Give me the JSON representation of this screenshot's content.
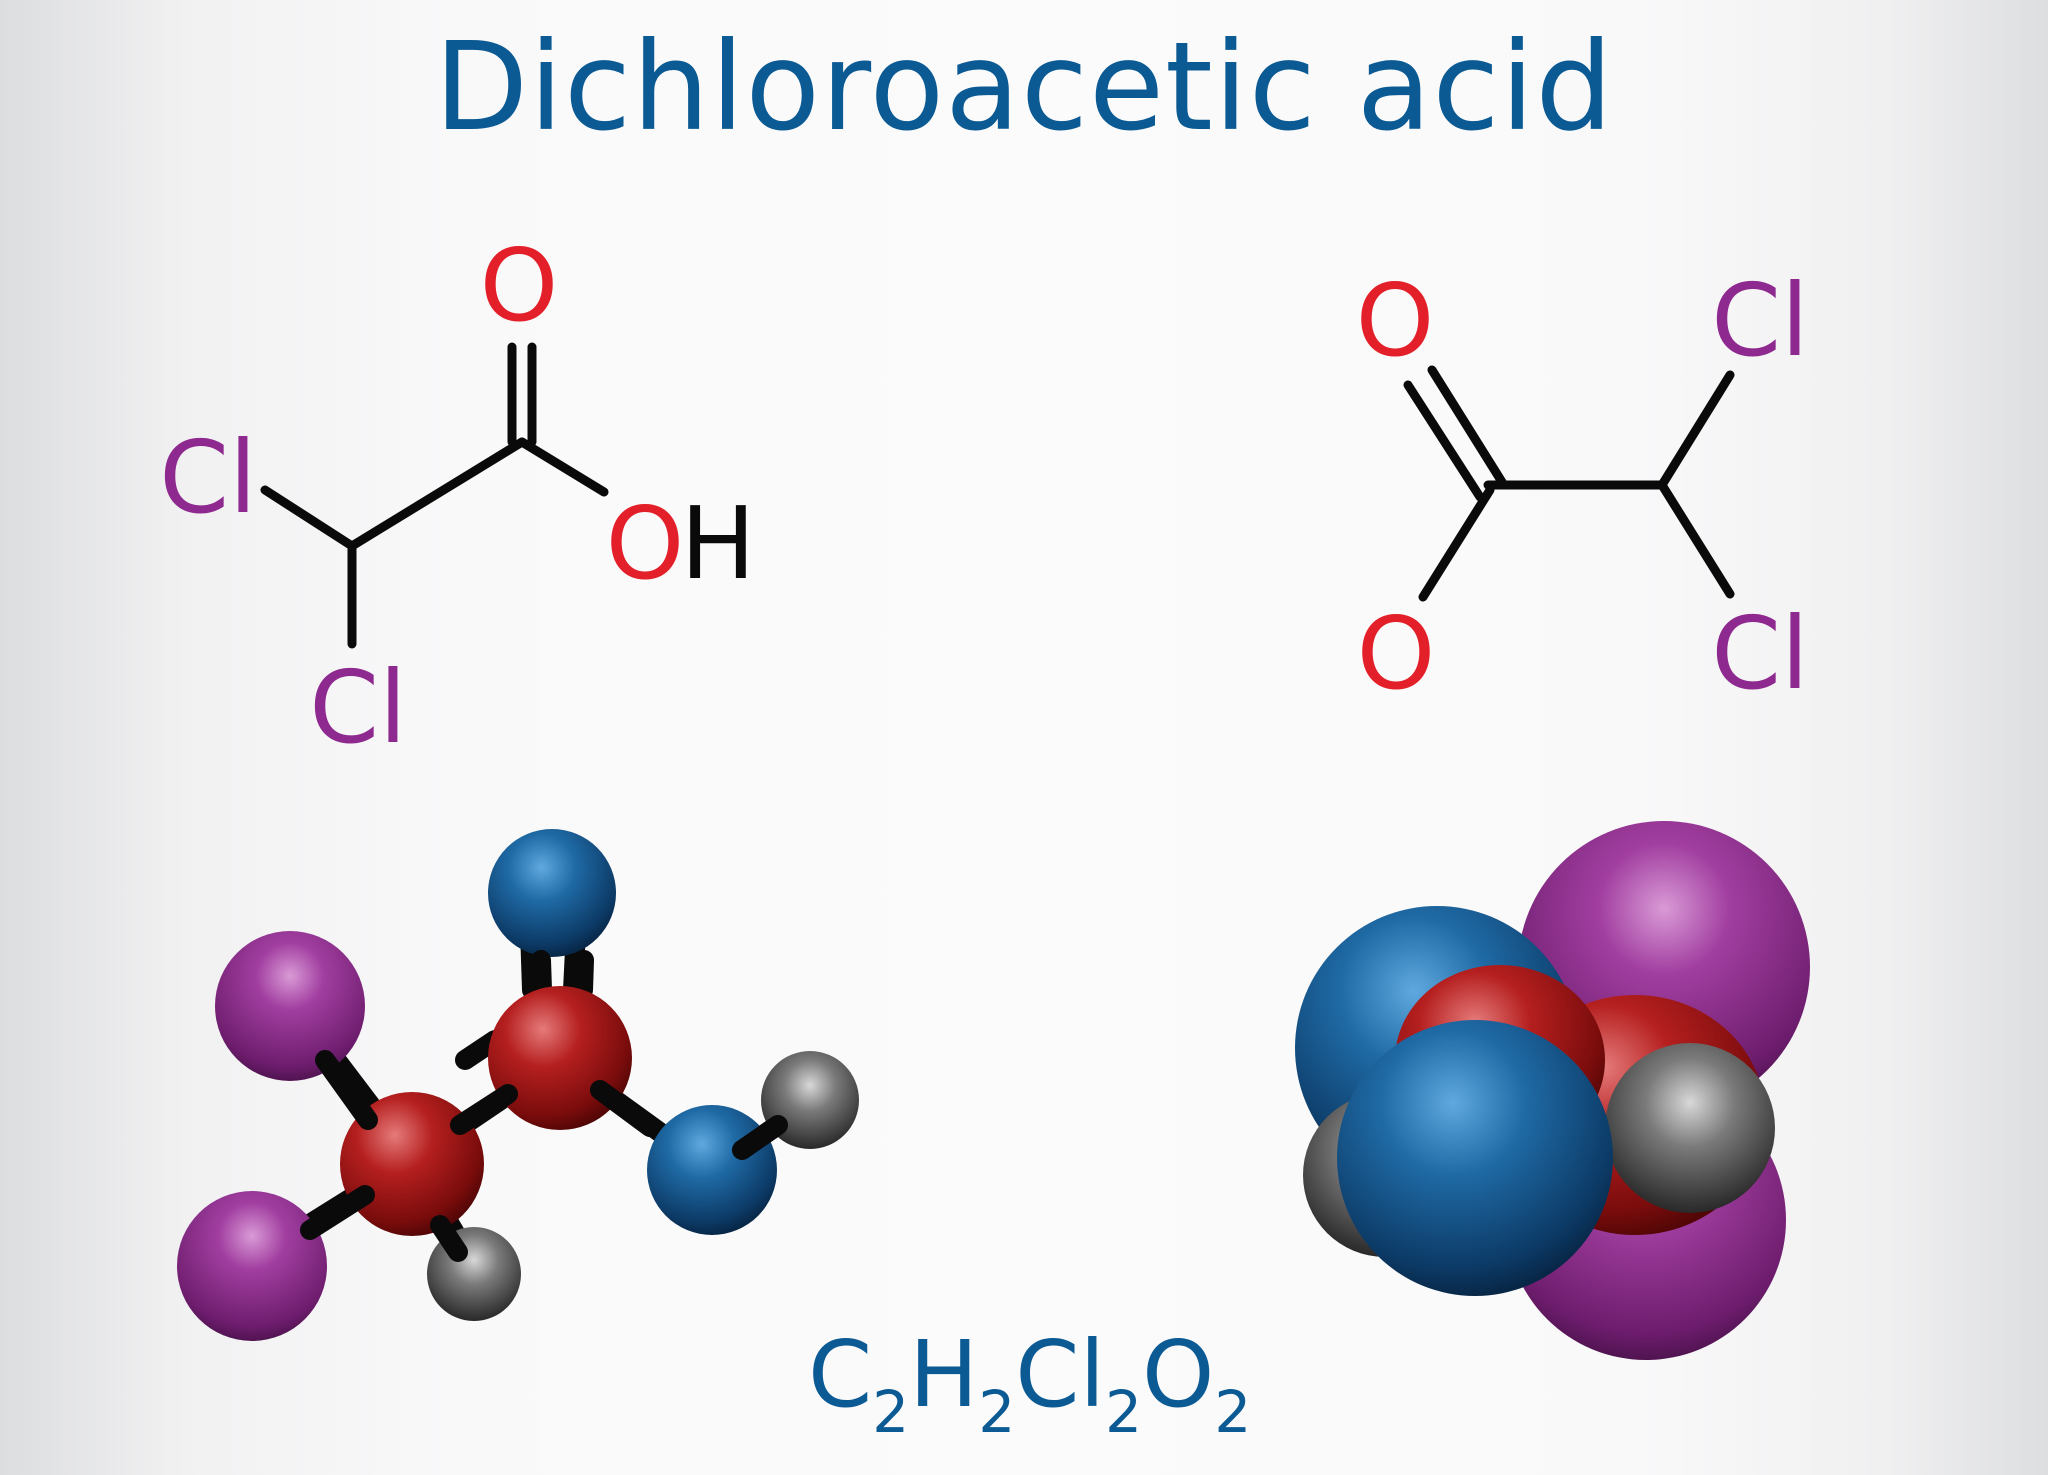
{
  "title": "Dichloroacetic acid",
  "formula": {
    "C": "C",
    "C_n": "2",
    "H": "H",
    "H_n": "2",
    "Cl": "Cl",
    "Cl_n": "2",
    "O": "O",
    "O_n": "2"
  },
  "skeletal": {
    "o_top": "O",
    "cl_left": "Cl",
    "cl_bottom": "Cl",
    "oh_o": "O",
    "oh_h": "H"
  },
  "line_formula": {
    "o_top": "O",
    "o_bottom": "O",
    "cl_top": "Cl",
    "cl_bottom": "Cl"
  },
  "colors": {
    "title": "#0b5a94",
    "oxygen_label": "#e3202a",
    "chlorine_label": "#8e2a8f",
    "bond": "#0a0a0a",
    "carbon_ball": "#a11a1a",
    "oxygen_ball": "#1c5c90",
    "chlorine_ball": "#8e2a8f",
    "hydrogen_ball": "#555555"
  },
  "models": [
    "ball-and-stick-model",
    "space-filling-model"
  ]
}
